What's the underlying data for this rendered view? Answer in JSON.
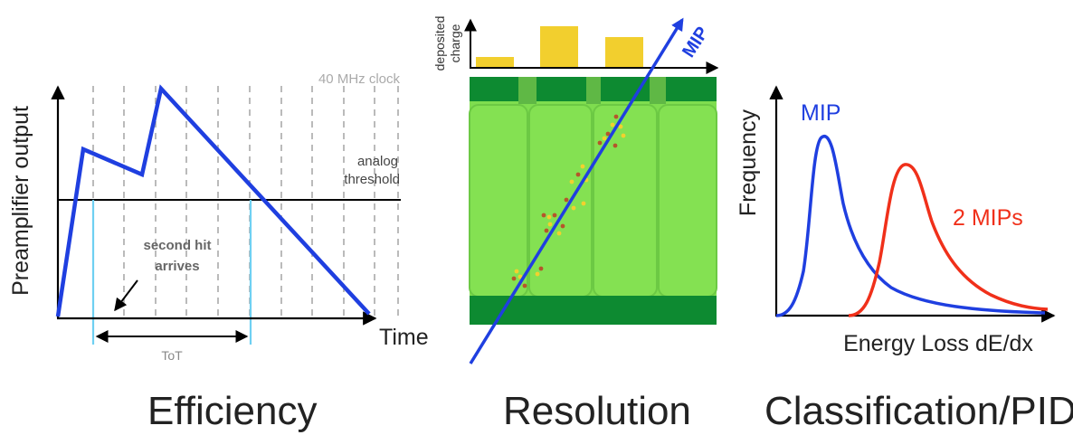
{
  "colors": {
    "trace": "#1f3fe0",
    "tot_marker": "#6fd0f2",
    "clock_lines": "#aaaaaa",
    "charge_bars": "#f2cf2e",
    "sensor_light": "#7fdd4f",
    "sensor_dark": "#0d8a31",
    "two_mips": "#f0301a",
    "text_gray": "#888888"
  },
  "efficiency": {
    "caption": "Efficiency",
    "y_axis_label": "Preamplifier output",
    "x_axis_label": "Time",
    "clock_label": "40 MHz clock",
    "threshold_label_line1": "analog",
    "threshold_label_line2": "threshold",
    "second_hit_line1": "second hit",
    "second_hit_line2": "arrives",
    "tot_label": "ToT"
  },
  "resolution": {
    "caption": "Resolution",
    "charge_label_line1": "deposited",
    "charge_label_line2": "charge",
    "track_label": "MIP",
    "charge_bars_relative": [
      0.23,
      0.81,
      0.6
    ]
  },
  "classification": {
    "caption": "Classification/PID",
    "y_axis_label": "Frequency",
    "x_axis_label": "Energy Loss dE/dx",
    "series": [
      {
        "name": "MIP",
        "color": "#1f3fe0"
      },
      {
        "name": "2 MIPs",
        "color": "#f0301a"
      }
    ]
  }
}
